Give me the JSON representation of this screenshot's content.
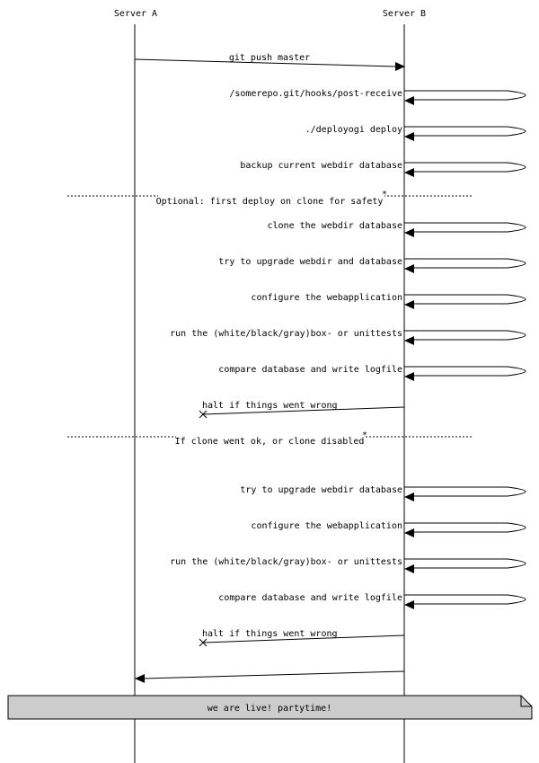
{
  "participants": [
    "Server A",
    "Server B"
  ],
  "messages": [
    {
      "label": "git push master",
      "from": "Server A",
      "to": "Server B",
      "kind": "arrow"
    },
    {
      "label": "/somerepo.git/hooks/post-receive",
      "from": "Server B",
      "to": "Server B",
      "kind": "self"
    },
    {
      "label": "./deployogi deploy",
      "from": "Server B",
      "to": "Server B",
      "kind": "self"
    },
    {
      "label": "backup current webdir database",
      "from": "Server B",
      "to": "Server B",
      "kind": "self"
    },
    {
      "label": "Optional: first deploy on clone for safety",
      "kind": "separator",
      "marker": "*"
    },
    {
      "label": "clone the webdir database",
      "from": "Server B",
      "to": "Server B",
      "kind": "self"
    },
    {
      "label": "try to upgrade webdir and database",
      "from": "Server B",
      "to": "Server B",
      "kind": "self"
    },
    {
      "label": "configure the webapplication",
      "from": "Server B",
      "to": "Server B",
      "kind": "self"
    },
    {
      "label": "run the (white/black/gray)box- or unittests",
      "from": "Server B",
      "to": "Server B",
      "kind": "self"
    },
    {
      "label": "compare database and write logfile",
      "from": "Server B",
      "to": "Server B",
      "kind": "self"
    },
    {
      "label": "halt if things went wrong",
      "from": "Server B",
      "to": "Server A",
      "kind": "lost"
    },
    {
      "label": "If clone went ok, or clone disabled",
      "kind": "separator",
      "marker": "*"
    },
    {
      "label": "try to upgrade webdir database",
      "from": "Server B",
      "to": "Server B",
      "kind": "self"
    },
    {
      "label": "configure the webapplication",
      "from": "Server B",
      "to": "Server B",
      "kind": "self"
    },
    {
      "label": "run the (white/black/gray)box- or unittests",
      "from": "Server B",
      "to": "Server B",
      "kind": "self"
    },
    {
      "label": "compare database and write logfile",
      "from": "Server B",
      "to": "Server B",
      "kind": "self"
    },
    {
      "label": "halt if things went wrong",
      "from": "Server B",
      "to": "Server A",
      "kind": "lost"
    },
    {
      "label": "",
      "from": "Server B",
      "to": "Server A",
      "kind": "arrow"
    }
  ],
  "note": {
    "label": "we are live! partytime!"
  }
}
